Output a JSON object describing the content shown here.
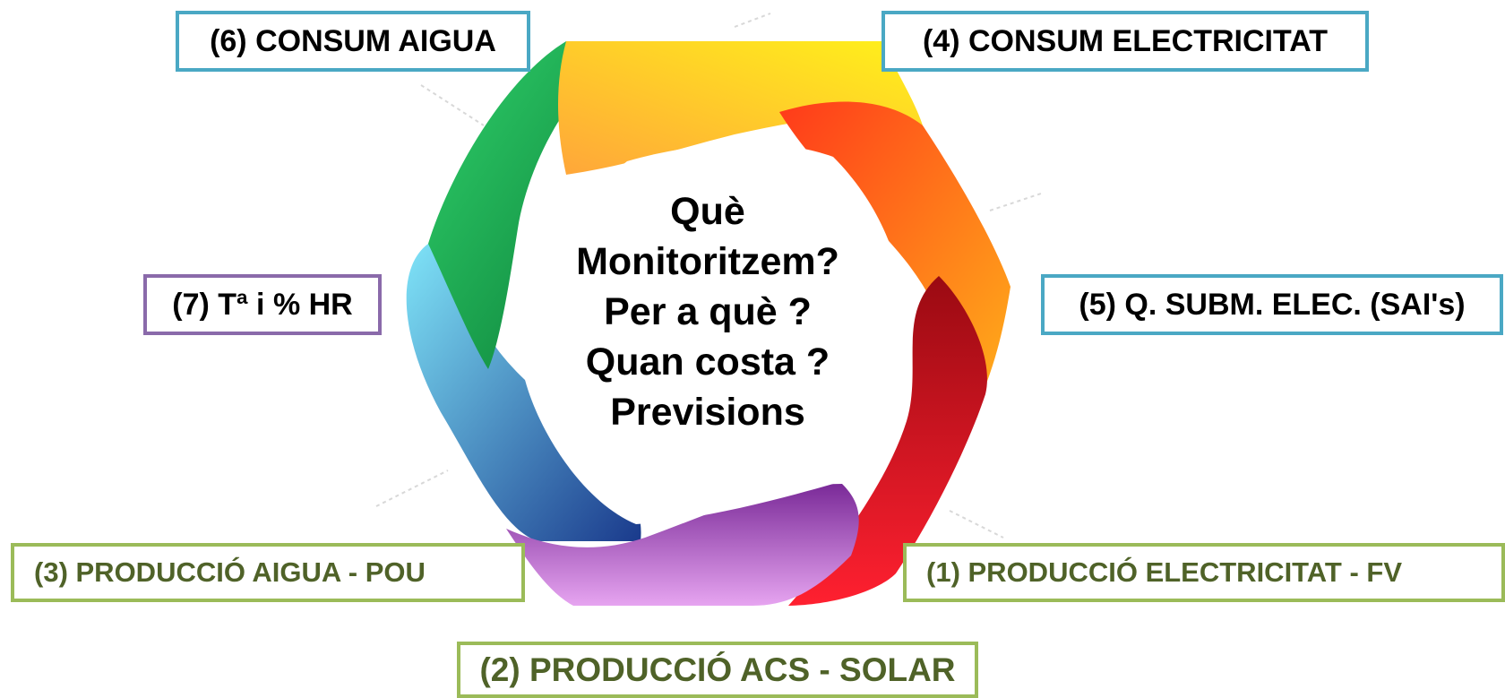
{
  "center": {
    "lines": [
      "Què",
      "Monitoritzem?",
      "Per a què ?",
      "Quan costa ?",
      "Previsions"
    ]
  },
  "labels": {
    "l6": "(6) CONSUM AIGUA",
    "l4": "(4) CONSUM ELECTRICITAT",
    "l7": "(7) Tª i % HR",
    "l5": "(5) Q. SUBM. ELEC. (SAI's)",
    "l3": "(3) PRODUCCIÓ AIGUA - POU",
    "l1": "(1) PRODUCCIÓ ELECTRICITAT - FV",
    "l2": "(2) PRODUCCIÓ ACS - SOLAR"
  },
  "colors": {
    "consum_border": "#4aa8c4",
    "sensor_border": "#8a6aaa",
    "produccio_border": "#9bbb59",
    "produccio_text": "#4f6228",
    "ring_green": "#1aa34a",
    "ring_yellow": "#ffd21f",
    "ring_orange": "#ff8a1a",
    "ring_red": "#d9141e",
    "ring_purple": "#9c3fb0",
    "ring_blue": "#2f8fd8"
  }
}
